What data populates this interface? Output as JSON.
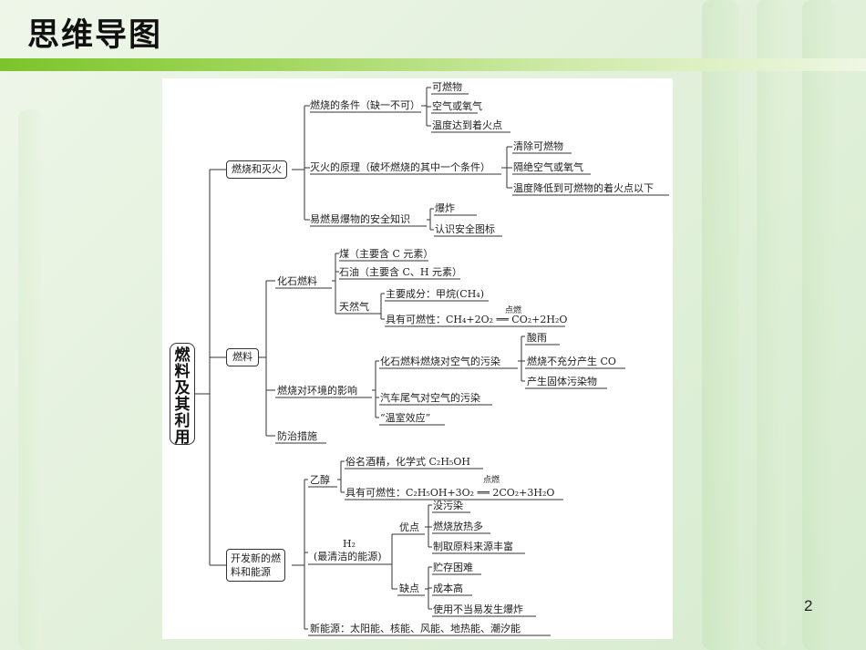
{
  "page": {
    "title": "思维导图",
    "page_number": "2"
  },
  "mindmap": {
    "root": "燃料及其利用",
    "b1": {
      "label": "燃烧和灭火",
      "cond": {
        "label": "燃烧的条件（缺一不可）",
        "items": [
          "可燃物",
          "空气或氧气",
          "温度达到着火点"
        ]
      },
      "ext": {
        "label": "灭火的原理（破坏燃烧的其中一个条件）",
        "items": [
          "清除可燃物",
          "隔绝空气或氧气",
          "温度降低到可燃物的着火点以下"
        ]
      },
      "safe": {
        "label": "易燃易爆物的安全知识",
        "items": [
          "爆炸",
          "认识安全图标"
        ]
      }
    },
    "b2": {
      "label": "燃料",
      "fossil": {
        "label": "化石燃料",
        "coal": "煤（主要含 C 元素）",
        "oil": "石油（主要含 C、H 元素）",
        "gas": {
          "label": "天然气",
          "main": "主要成分：甲烷(CH₄)",
          "comb": "具有可燃性：CH₄+2O₂ ══ CO₂+2H₂O",
          "cond": "点燃"
        }
      },
      "env": {
        "label": "燃烧对环境的影响",
        "fossil_pol": "化石燃料燃烧对空气的污染",
        "items": [
          "酸雨",
          "燃烧不充分产生 CO",
          "产生固体污染物"
        ],
        "car": "汽车尾气对空气的污染",
        "green": "“温室效应”"
      },
      "measure": "防治措施"
    },
    "b3": {
      "label_line1": "开发新的燃",
      "label_line2": "料和能源",
      "ethanol": {
        "label": "乙醇",
        "alias": "俗名酒精，化学式 C₂H₅OH",
        "comb": "具有可燃性：C₂H₅OH+3O₂ ══ 2CO₂+3H₂O",
        "cond": "点燃"
      },
      "h2": {
        "label": "H₂",
        "note": "(最清洁的能源)",
        "adv": {
          "label": "优点",
          "items": [
            "没污染",
            "燃烧放热多",
            "制取原料来源丰富"
          ]
        },
        "dis": {
          "label": "缺点",
          "items": [
            "贮存困难",
            "成本高",
            "使用不当易发生爆炸"
          ]
        }
      },
      "newe": "新能源：太阳能、核能、风能、地热能、潮汐能"
    }
  }
}
